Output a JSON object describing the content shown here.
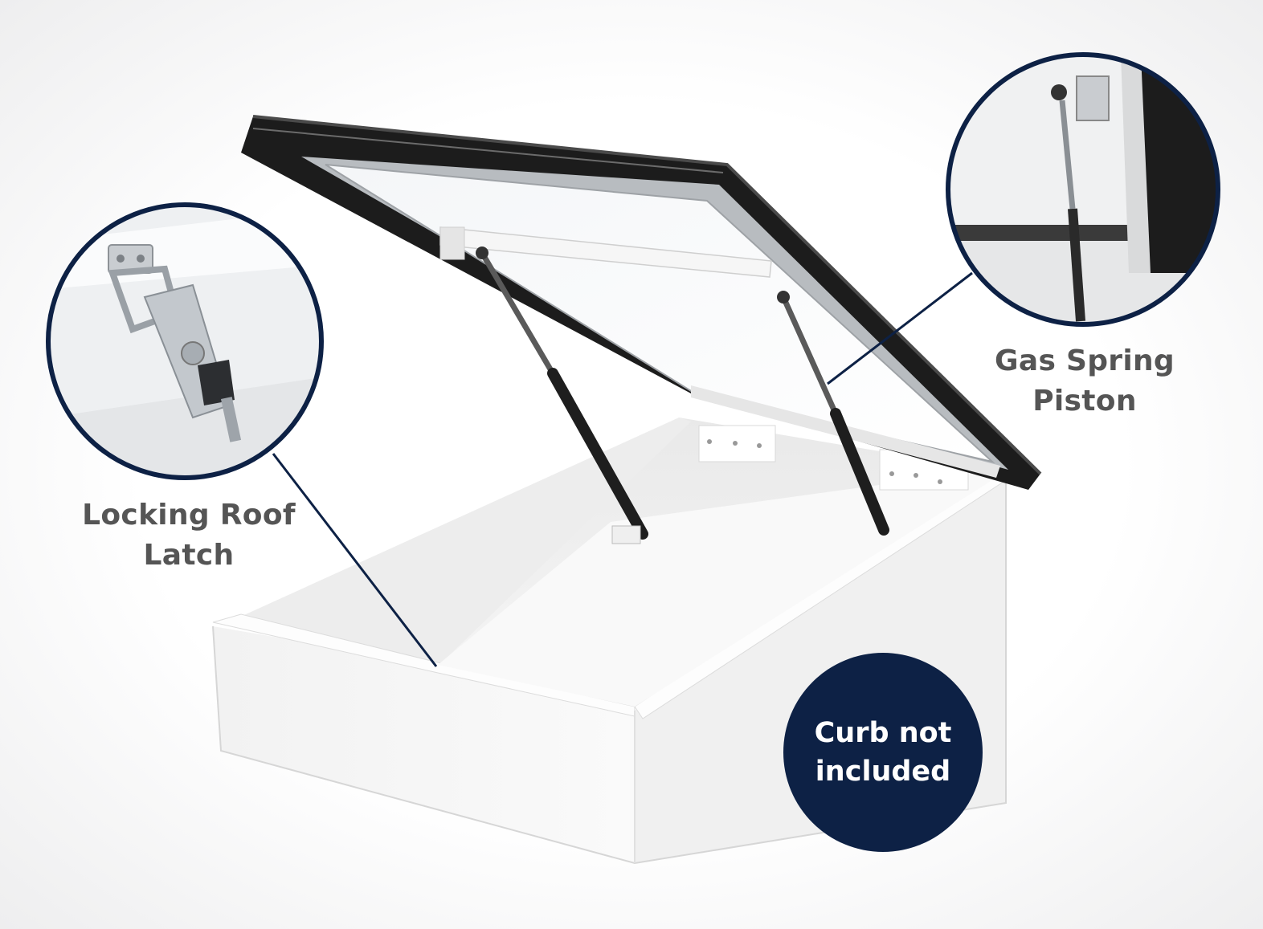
{
  "callouts": {
    "latch": {
      "line1": "Locking Roof",
      "line2": "Latch",
      "icon": "roof-latch-detail"
    },
    "piston": {
      "line1": "Gas Spring",
      "line2": "Piston",
      "icon": "gas-spring-detail"
    }
  },
  "badge": {
    "line1": "Curb not",
    "line2": "included"
  },
  "colors": {
    "navy": "#0d2145",
    "label_gray": "#555555",
    "frame_black": "#1c1c1c",
    "curb_white": "#f7f7f7"
  }
}
